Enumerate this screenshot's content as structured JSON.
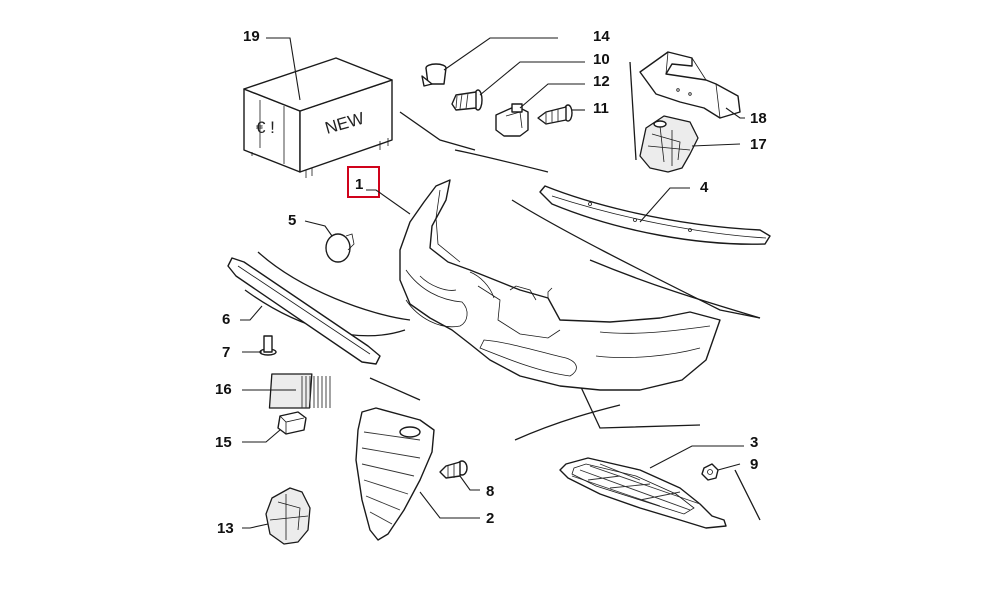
{
  "diagram": {
    "highlight_color": "#d0021b",
    "highlighted_part": "1",
    "box_label": "NEW",
    "box_symbol": "€ !",
    "callouts": {
      "p1": "1",
      "p2": "2",
      "p3": "3",
      "p4": "4",
      "p5": "5",
      "p6": "6",
      "p7": "7",
      "p8": "8",
      "p9": "9",
      "p10": "10",
      "p11": "11",
      "p12": "12",
      "p13": "13",
      "p14": "14",
      "p15": "15",
      "p16": "16",
      "p17": "17",
      "p18": "18",
      "p19": "19"
    }
  }
}
